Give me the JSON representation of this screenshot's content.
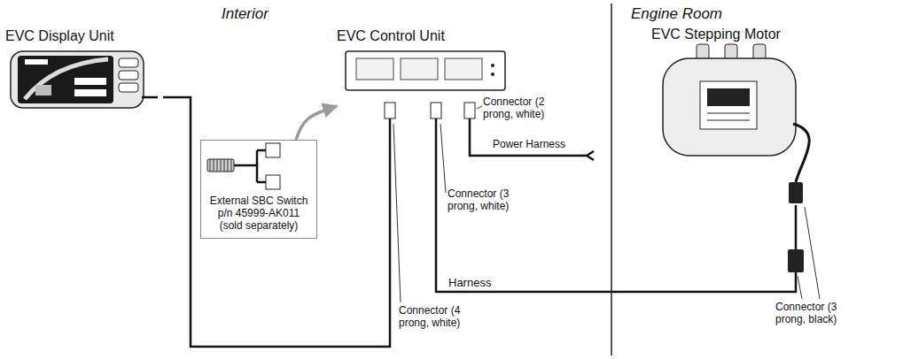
{
  "diagram": {
    "nodes": [
      {
        "text": [
          "EVC Display Unit"
        ]
      },
      {
        "text": [
          "EVC Control Unit"
        ]
      },
      {
        "text": [
          "External SBC Switch p/n 45999-AK011 (sold separately)"
        ]
      },
      {
        "text": [
          "EVC Stepping Motor"
        ]
      }
    ],
    "edges": [
      {
        "from": 0,
        "to": 1,
        "arrow": "none"
      },
      {
        "from": 2,
        "to": 1,
        "arrow": "to"
      },
      {
        "from": 1,
        "to": 3,
        "label": "Harness",
        "arrow": "none"
      }
    ],
    "labels": [
      "Interior",
      "Engine Room",
      "Connector (2 prong, white)",
      "Power Harness",
      "Connector (3 prong, white)",
      "Connector (4 prong, white)",
      "Connector (3 prong, black)"
    ]
  }
}
